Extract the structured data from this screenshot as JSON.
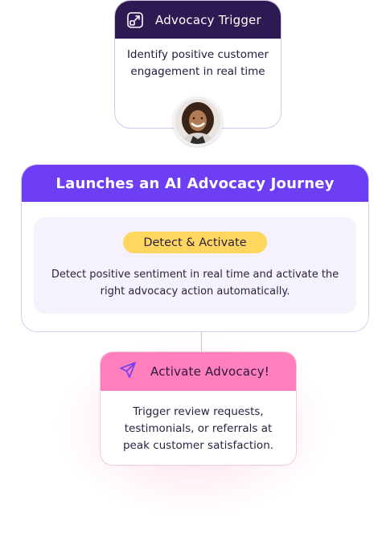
{
  "trigger": {
    "icon": "open-external-icon",
    "title": "Advocacy Trigger",
    "description": "Identify positive customer engagement in real time",
    "colors": {
      "header": "#2e1a52",
      "border": "#cfc8e8"
    }
  },
  "avatar": {
    "icon": "customer-avatar"
  },
  "journey": {
    "title": "Launches an AI Advocacy Journey",
    "badge": "Detect & Activate",
    "description": "Detect positive sentiment in real time and activate the right advocacy action automatically.",
    "colors": {
      "header": "#6e3ef5",
      "badge": "#ffd75e",
      "panel": "#f5f2fd"
    }
  },
  "advocacy": {
    "icon": "send-icon",
    "title": "Activate Advocacy!",
    "description": "Trigger review requests, testimonials, or referrals at peak customer satisfaction.",
    "colors": {
      "header": "#ff7fbd",
      "border": "#f4c9de"
    }
  }
}
